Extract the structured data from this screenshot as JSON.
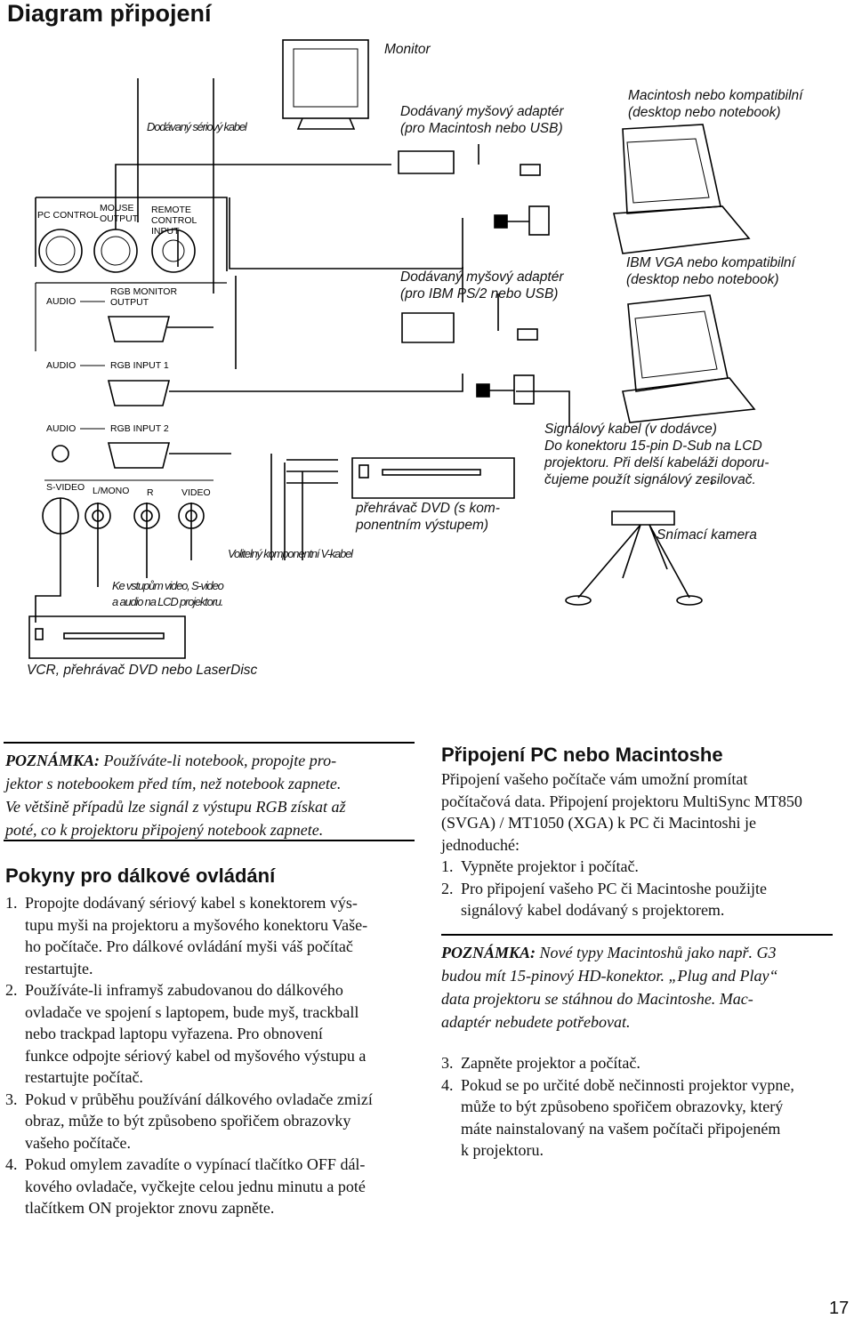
{
  "page_title": "Diagram připojení",
  "diagram": {
    "monitor": "Monitor",
    "serial_cable": "Dodávaný sériový kabel",
    "mac_adapter": [
      "Dodávaný myšový adaptér",
      "(pro Macintosh nebo USB)"
    ],
    "mac_computer": [
      "Macintosh nebo kompatibilní",
      "(desktop nebo notebook)"
    ],
    "ibm_adapter": [
      "Dodávaný myšový adaptér",
      "(pro IBM PS/2 nebo USB)"
    ],
    "ibm_computer": [
      "IBM VGA nebo kompatibilní",
      "(desktop nebo notebook)"
    ],
    "signal_cable": [
      "Signálový kabel (v dodávce)",
      "Do konektoru 15-pin D-Sub na LCD",
      "projektoru. Při delší kabeláži doporu-",
      "čujeme použít signálový zesilovač."
    ],
    "dvd_player": [
      "přehrávač DVD (s kom-",
      "ponentním výstupem)"
    ],
    "camera": "Snímací kamera",
    "component_cable": "Volitelný komponentní V-kabel",
    "video_inputs": [
      "Ke vstupům video, S-video",
      "a audio na LCD projektoru."
    ],
    "vcr": "VCR, přehrávač DVD nebo LaserDisc",
    "ports": {
      "pc_control": "PC CONTROL",
      "mouse_output": [
        "MOUSE",
        "OUTPUT"
      ],
      "remote_control_input": [
        "REMOTE",
        "CONTROL",
        "INPUT"
      ],
      "audio1": "AUDIO",
      "rgb_monitor_output": [
        "RGB MONITOR",
        "OUTPUT"
      ],
      "audio2": "AUDIO",
      "rgb_input_1": "RGB INPUT 1",
      "audio3": "AUDIO",
      "rgb_input_2": "RGB INPUT 2",
      "s_video": "S-VIDEO",
      "l_mono": "L/MONO",
      "r": "R",
      "video": "VIDEO"
    }
  },
  "note1": {
    "label": "POZNÁMKA:",
    "text_first": " Používáte-li notebook, propojte pro-",
    "lines": [
      "jektor s notebookem před tím, než notebook zapnete.",
      "Ve většině případů lze signál z výstupu RGB získat až",
      "poté, co k projektoru připojený notebook zapnete."
    ]
  },
  "remote": {
    "heading": "Pokyny pro dálkové ovládání",
    "items": [
      {
        "num": "1.",
        "lines": [
          "Propojte dodávaný sériový kabel s konektorem výs-",
          "tupu myši na projektoru a myšového konektoru Vaše-",
          "ho počítače. Pro dálkové ovládání myši váš počítač",
          "restartujte."
        ]
      },
      {
        "num": "2.",
        "lines": [
          "Používáte-li inframyš zabudovanou do dálkového",
          "ovladače ve spojení s laptopem, bude myš, trackball",
          "nebo trackpad laptopu vyřazena. Pro obnovení",
          "funkce odpojte sériový kabel od myšového výstupu a",
          "restartujte počítač."
        ]
      },
      {
        "num": "3.",
        "lines": [
          "Pokud v průběhu používání dálkového ovladače zmizí",
          "obraz, může to být způsobeno spořičem obrazovky",
          "vašeho  počítače."
        ]
      },
      {
        "num": "4.",
        "lines": [
          "Pokud omylem zavadíte o vypínací tlačítko OFF dál-",
          "kového ovladače, vyčkejte celou jednu minutu a poté",
          "tlačítkem ON projektor znovu zapněte."
        ]
      }
    ]
  },
  "pc_mac": {
    "heading": "Připojení PC nebo Macintoshe",
    "intro": [
      "Připojení vašeho počítače vám umožní promítat",
      "počítačová data. Připojení projektoru MultiSync MT850",
      "(SVGA) / MT1050 (XGA) k PC či Macintoshi je",
      "jednoduché:"
    ],
    "steps_a": [
      {
        "num": "1.",
        "lines": [
          "Vypněte projektor i počítač."
        ]
      },
      {
        "num": "2.",
        "lines": [
          "Pro připojení vašeho PC či Macintoshe použijte",
          "signálový kabel dodávaný s projektorem."
        ]
      }
    ],
    "note_label": "POZNÁMKA:",
    "note_first": " Nové typy Macintoshů jako např. G3",
    "note_lines": [
      "budou mít 15-pinový HD-konektor. „Plug and Play“",
      "data projektoru se stáhnou do Macintoshe. Mac-",
      "adaptér nebudete potřebovat."
    ],
    "steps_b": [
      {
        "num": "3.",
        "lines": [
          "Zapněte projektor a počítač."
        ]
      },
      {
        "num": "4.",
        "lines": [
          "Pokud se po určité době nečinnosti projektor vypne,",
          "může to být způsobeno spořičem obrazovky, který",
          "máte nainstalovaný na vašem počítači připojeném",
          "k projektoru."
        ]
      }
    ]
  },
  "page_number": "17"
}
